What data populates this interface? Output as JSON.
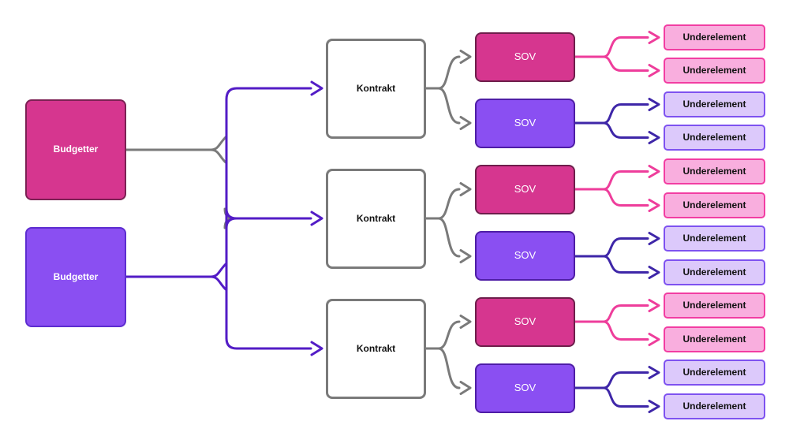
{
  "nodes": {
    "budget": [
      {
        "label": "Budgetter",
        "variant": "pink"
      },
      {
        "label": "Budgetter",
        "variant": "purple"
      }
    ],
    "contract": [
      {
        "label": "Kontrakt"
      },
      {
        "label": "Kontrakt"
      },
      {
        "label": "Kontrakt"
      }
    ],
    "sov": [
      {
        "label": "SOV",
        "variant": "pink"
      },
      {
        "label": "SOV",
        "variant": "purple"
      },
      {
        "label": "SOV",
        "variant": "pink"
      },
      {
        "label": "SOV",
        "variant": "purple"
      },
      {
        "label": "SOV",
        "variant": "pink"
      },
      {
        "label": "SOV",
        "variant": "purple"
      }
    ],
    "sub": [
      {
        "label": "Underelement",
        "variant": "pink"
      },
      {
        "label": "Underelement",
        "variant": "pink"
      },
      {
        "label": "Underelement",
        "variant": "purple"
      },
      {
        "label": "Underelement",
        "variant": "purple"
      },
      {
        "label": "Underelement",
        "variant": "pink"
      },
      {
        "label": "Underelement",
        "variant": "pink"
      },
      {
        "label": "Underelement",
        "variant": "purple"
      },
      {
        "label": "Underelement",
        "variant": "purple"
      },
      {
        "label": "Underelement",
        "variant": "pink"
      },
      {
        "label": "Underelement",
        "variant": "pink"
      },
      {
        "label": "Underelement",
        "variant": "purple"
      },
      {
        "label": "Underelement",
        "variant": "purple"
      }
    ]
  },
  "edges": [
    {
      "from": "budget-1",
      "to": "contract-1,contract-2,contract-3",
      "color": "#7a7a7a"
    },
    {
      "from": "budget-2",
      "to": "contract-1,contract-2,contract-3",
      "color": "#531cc6"
    },
    {
      "from": "contract-1",
      "to": "sov-1,sov-2",
      "color": "#7a7a7a"
    },
    {
      "from": "contract-2",
      "to": "sov-3,sov-4",
      "color": "#7a7a7a"
    },
    {
      "from": "contract-3",
      "to": "sov-5,sov-6",
      "color": "#7a7a7a"
    },
    {
      "from": "sov-1",
      "to": "sub-1,sub-2",
      "color": "#ee3d9b"
    },
    {
      "from": "sov-2",
      "to": "sub-3,sub-4",
      "color": "#3e26a8"
    },
    {
      "from": "sov-3",
      "to": "sub-5,sub-6",
      "color": "#ee3d9b"
    },
    {
      "from": "sov-4",
      "to": "sub-7,sub-8",
      "color": "#3e26a8"
    },
    {
      "from": "sov-5",
      "to": "sub-9,sub-10",
      "color": "#ee3d9b"
    },
    {
      "from": "sov-6",
      "to": "sub-11,sub-12",
      "color": "#3e26a8"
    }
  ],
  "colors": {
    "node_pink_fill": "#d6368f",
    "node_pink_border": "#6e1e4b",
    "node_purple_fill": "#8a4ff2",
    "node_purple_border": "#4e1da6",
    "contract_fill": "#ffffff",
    "contract_border": "#7a7a7a",
    "sub_pink_fill": "#f9aede",
    "sub_pink_border": "#f23da2",
    "sub_purple_fill": "#dcc9fb",
    "sub_purple_border": "#7e52f0",
    "edge_gray": "#7a7a7a",
    "edge_violet": "#531cc6",
    "edge_pink": "#ee3d9b",
    "edge_indigo": "#3e26a8",
    "background": "#ffffff"
  }
}
